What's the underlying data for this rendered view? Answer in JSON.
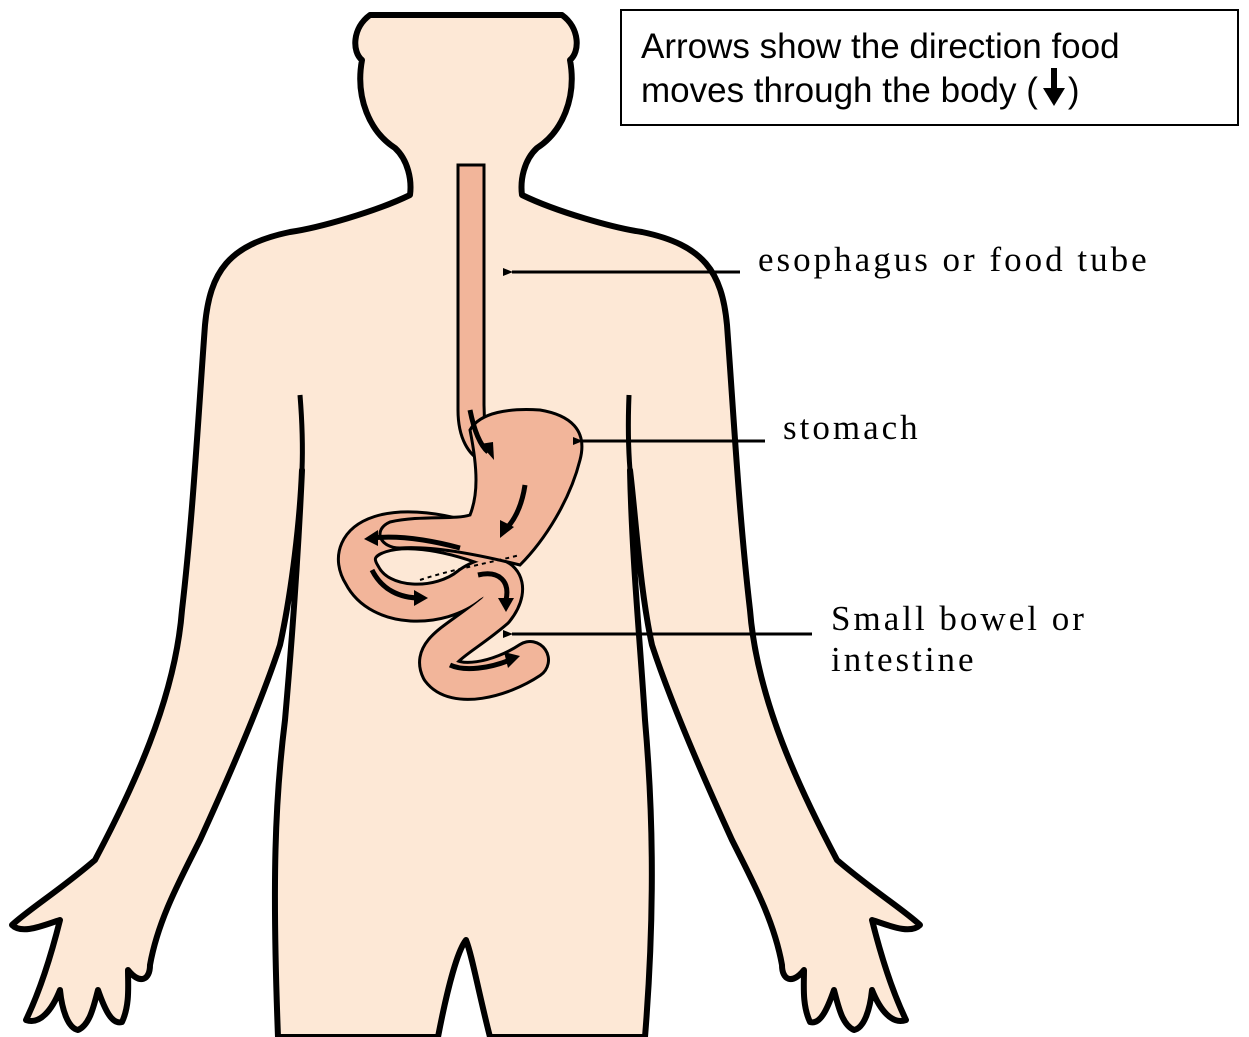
{
  "legend": {
    "line1": "Arrows show the direction food",
    "line2_before": "moves through the body (",
    "line2_after": ")",
    "arrow_icon": "down-arrow-icon"
  },
  "labels": {
    "esophagus": "esophagus or food tube",
    "stomach": "stomach",
    "small_bowel_line1": "Small bowel or",
    "small_bowel_line2": "intestine"
  },
  "colors": {
    "body_fill": "#fde8d6",
    "organ_fill": "#f2b59a",
    "outline": "#000000"
  }
}
